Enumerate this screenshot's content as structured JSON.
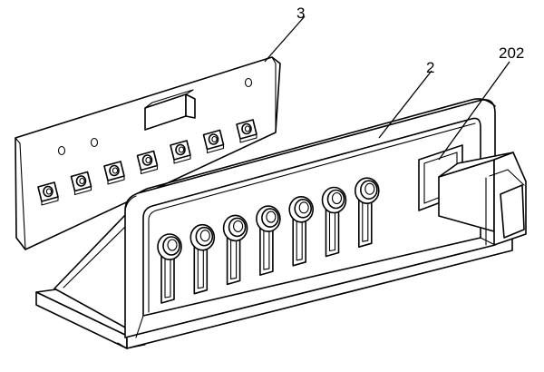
{
  "figure": {
    "labels": [
      {
        "id": "board",
        "text": "3"
      },
      {
        "id": "housing",
        "text": "2"
      },
      {
        "id": "switch",
        "text": "202"
      }
    ]
  }
}
